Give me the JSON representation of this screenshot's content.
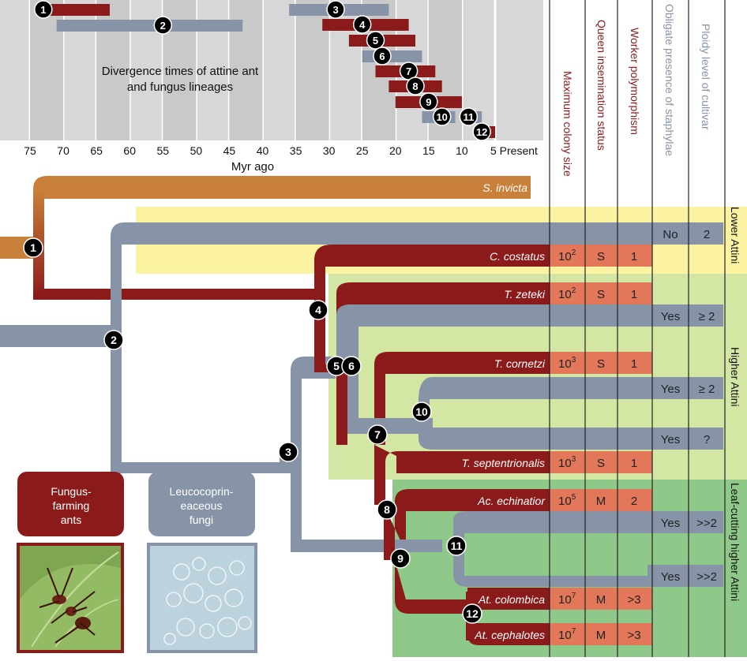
{
  "timeline": {
    "title_line1": "Divergence times of attine ant",
    "title_line2": "and fungus lineages",
    "axis_label": "Myr ago",
    "ticks": [
      "75",
      "70",
      "65",
      "60",
      "55",
      "50",
      "45",
      "40",
      "35",
      "30",
      "25",
      "20",
      "15",
      "10",
      "5 Present"
    ],
    "bars": [
      {
        "id": "1",
        "kind": "ant",
        "from": 74,
        "to": 63,
        "node": 73
      },
      {
        "id": "2",
        "kind": "fungus",
        "from": 71,
        "to": 43,
        "node": 55
      },
      {
        "id": "3",
        "kind": "fungus",
        "from": 36,
        "to": 21,
        "node": 29
      },
      {
        "id": "4",
        "kind": "ant",
        "from": 31,
        "to": 18,
        "node": 25
      },
      {
        "id": "5",
        "kind": "ant",
        "from": 27,
        "to": 17,
        "node": 23
      },
      {
        "id": "6",
        "kind": "fungus",
        "from": 25,
        "to": 16,
        "node": 22
      },
      {
        "id": "7",
        "kind": "ant",
        "from": 23,
        "to": 14,
        "node": 18
      },
      {
        "id": "8",
        "kind": "ant",
        "from": 21,
        "to": 13,
        "node": 17
      },
      {
        "id": "9",
        "kind": "ant",
        "from": 20,
        "to": 10,
        "node": 15
      },
      {
        "id": "10",
        "kind": "fungus",
        "from": 16,
        "to": 11,
        "node": 13
      },
      {
        "id": "11",
        "kind": "fungus",
        "from": 10,
        "to": 7,
        "node": 9
      },
      {
        "id": "12",
        "kind": "ant",
        "from": 8,
        "to": 5,
        "node": 7
      }
    ]
  },
  "columns": [
    {
      "label": "Maximum colony size",
      "color": "#8b1a1a"
    },
    {
      "label": "Queen insemination status",
      "color": "#8b1a1a"
    },
    {
      "label": "Worker polymorphism",
      "color": "#8b1a1a"
    },
    {
      "label": "Obligate presence of staphylae",
      "color": "#8794a8"
    },
    {
      "label": "Ploidy level of cultivar",
      "color": "#8794a8"
    }
  ],
  "groups": [
    {
      "label": "Lower Attini"
    },
    {
      "label": "Higher Attini"
    },
    {
      "label": "Leaf-cutting higher Attini"
    }
  ],
  "taxa": [
    {
      "name": "S. invicta",
      "colony": "",
      "colony_exp": "",
      "queen": "",
      "worker": ""
    },
    {
      "name": "C. costatus",
      "colony": "10",
      "colony_exp": "2",
      "queen": "S",
      "worker": "1"
    },
    {
      "name": "T. zeteki",
      "colony": "10",
      "colony_exp": "2",
      "queen": "S",
      "worker": "1"
    },
    {
      "name": "T. cornetzi",
      "colony": "10",
      "colony_exp": "3",
      "queen": "S",
      "worker": "1"
    },
    {
      "name": "T. septentrionalis",
      "colony": "10",
      "colony_exp": "3",
      "queen": "S",
      "worker": "1"
    },
    {
      "name": "Ac. echinatior",
      "colony": "10",
      "colony_exp": "5",
      "queen": "M",
      "worker": "2"
    },
    {
      "name": "At. colombica",
      "colony": "10",
      "colony_exp": "7",
      "queen": "M",
      "worker": ">3"
    },
    {
      "name": "At. cephalotes",
      "colony": "10",
      "colony_exp": "7",
      "queen": "M",
      "worker": ">3"
    }
  ],
  "fungus_rows": [
    {
      "staphylae": "No",
      "ploidy": "2"
    },
    {
      "staphylae": "Yes",
      "ploidy": "≥ 2"
    },
    {
      "staphylae": "Yes",
      "ploidy": "≥ 2"
    },
    {
      "staphylae": "Yes",
      "ploidy": "?"
    },
    {
      "staphylae": "Yes",
      "ploidy": ">>2"
    },
    {
      "staphylae": "Yes",
      "ploidy": ">>2"
    }
  ],
  "nodes": [
    "1",
    "2",
    "3",
    "4",
    "5",
    "6",
    "7",
    "8",
    "9",
    "10",
    "11",
    "12"
  ],
  "legend": {
    "ants_label": "Fungus-\nfarming\nants",
    "fungi_label": "Leucocoprin-\neaceous\nfungi",
    "ants_color": "#8b1a1a",
    "fungi_color": "#8794a8"
  },
  "colors": {
    "ant": "#8b1a1a",
    "fungus": "#8794a8",
    "solenopsis": "#c8803a",
    "salmon": "#e2775a",
    "lower_bg": "#fbf3a2",
    "higher_bg": "#d4e6a4",
    "leaf_bg": "#8fc98a"
  }
}
